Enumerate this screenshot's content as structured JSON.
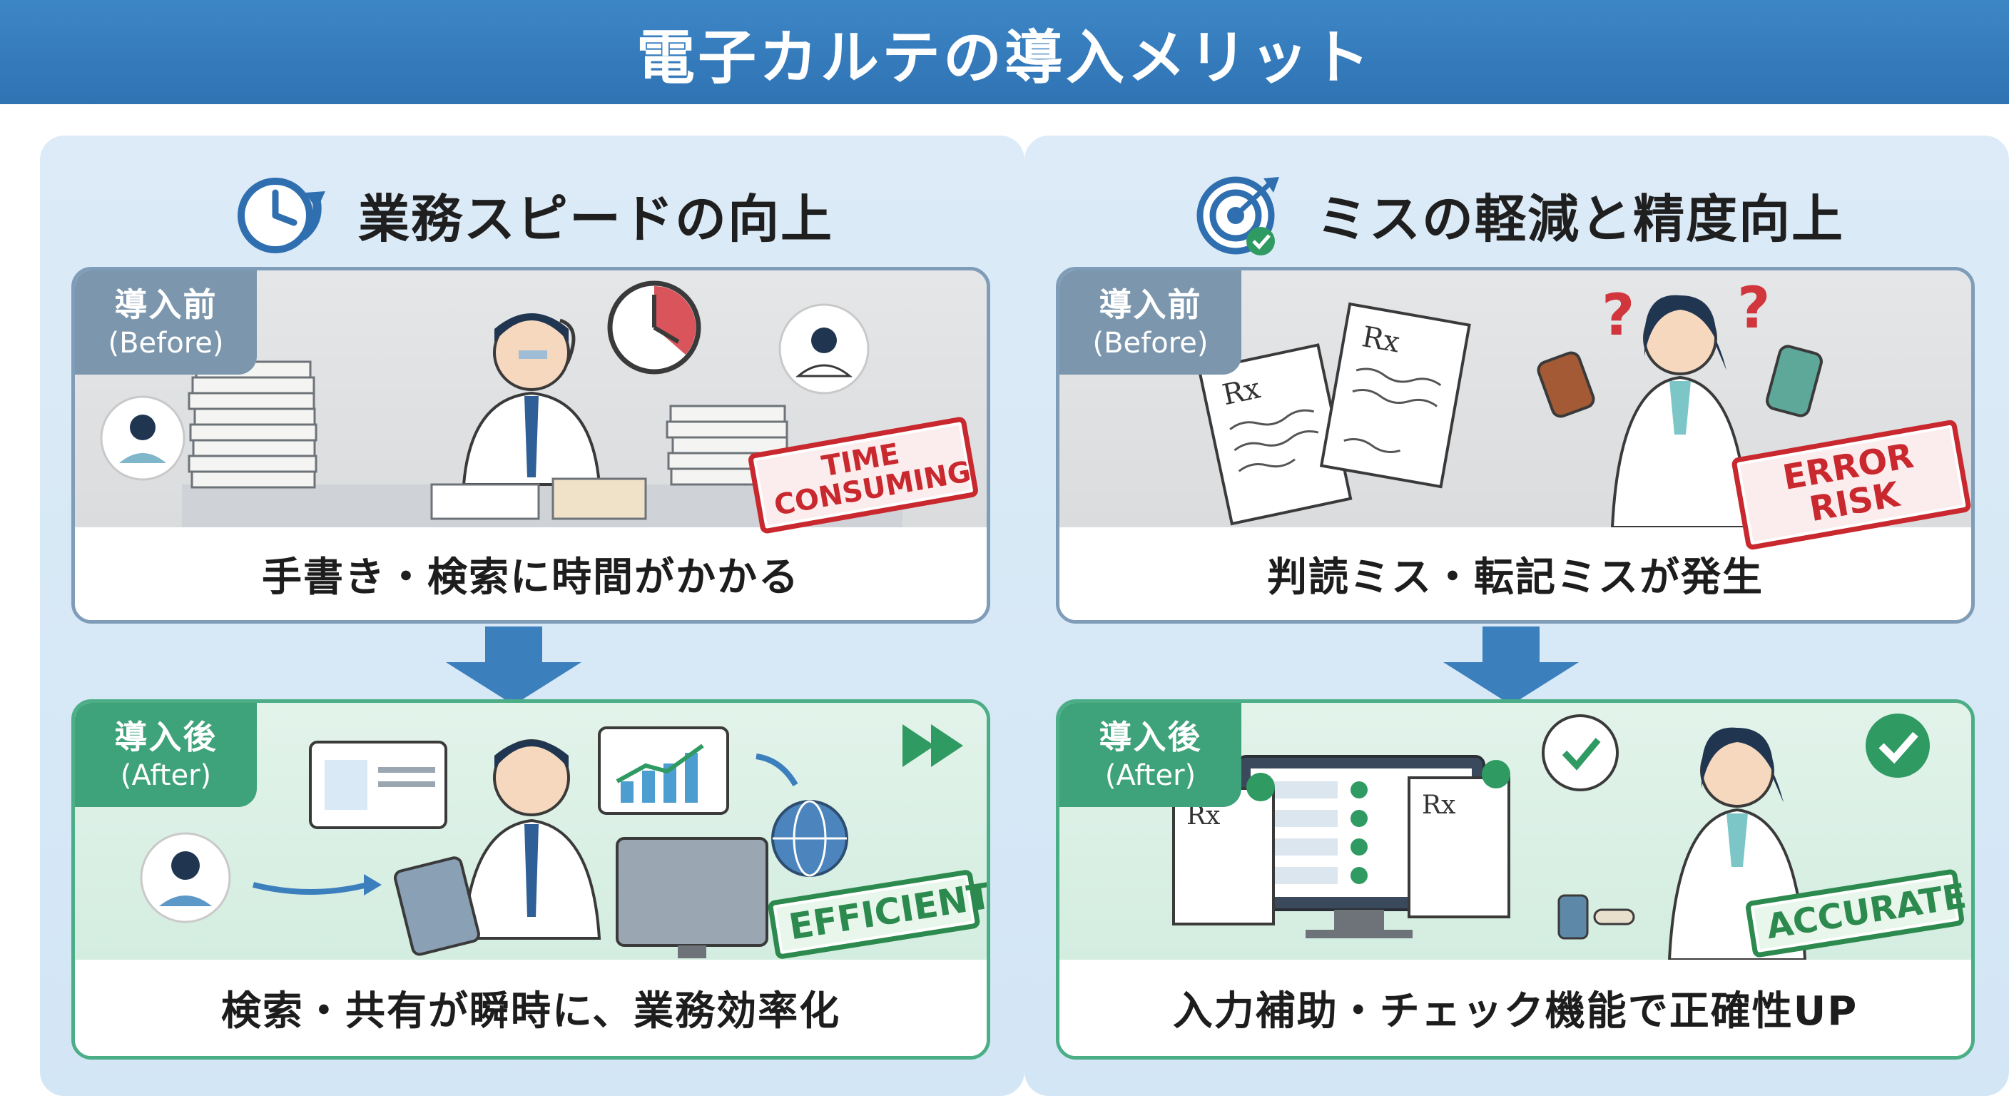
{
  "header": {
    "title": "電子カルテの導入メリット"
  },
  "left": {
    "title": "業務スピードの向上",
    "before": {
      "tab_line1": "導入前",
      "tab_line2": "(Before)",
      "stamp_line1": "TIME",
      "stamp_line2": "CONSUMING",
      "caption": "手書き・検索に時間がかかる"
    },
    "after": {
      "tab_line1": "導入後",
      "tab_line2": "(After)",
      "stamp": "EFFICIENT",
      "caption": "検索・共有が瞬時に、業務効率化"
    }
  },
  "right": {
    "title": "ミスの軽減と精度向上",
    "before": {
      "tab_line1": "導入前",
      "tab_line2": "(Before)",
      "stamp": "ERROR RISK",
      "caption": "判読ミス・転記ミスが発生"
    },
    "after": {
      "tab_line1": "導入後",
      "tab_line2": "(After)",
      "stamp": "ACCURATE",
      "caption": "入力補助・チェック機能で正確性UP"
    }
  },
  "colors": {
    "header": "#2f73b3",
    "before_tab": "#7c97ad",
    "after_tab": "#3ea27a",
    "stamp_red": "#c8282e",
    "stamp_green": "#2c8a4e",
    "arrow": "#3c7fbd"
  }
}
